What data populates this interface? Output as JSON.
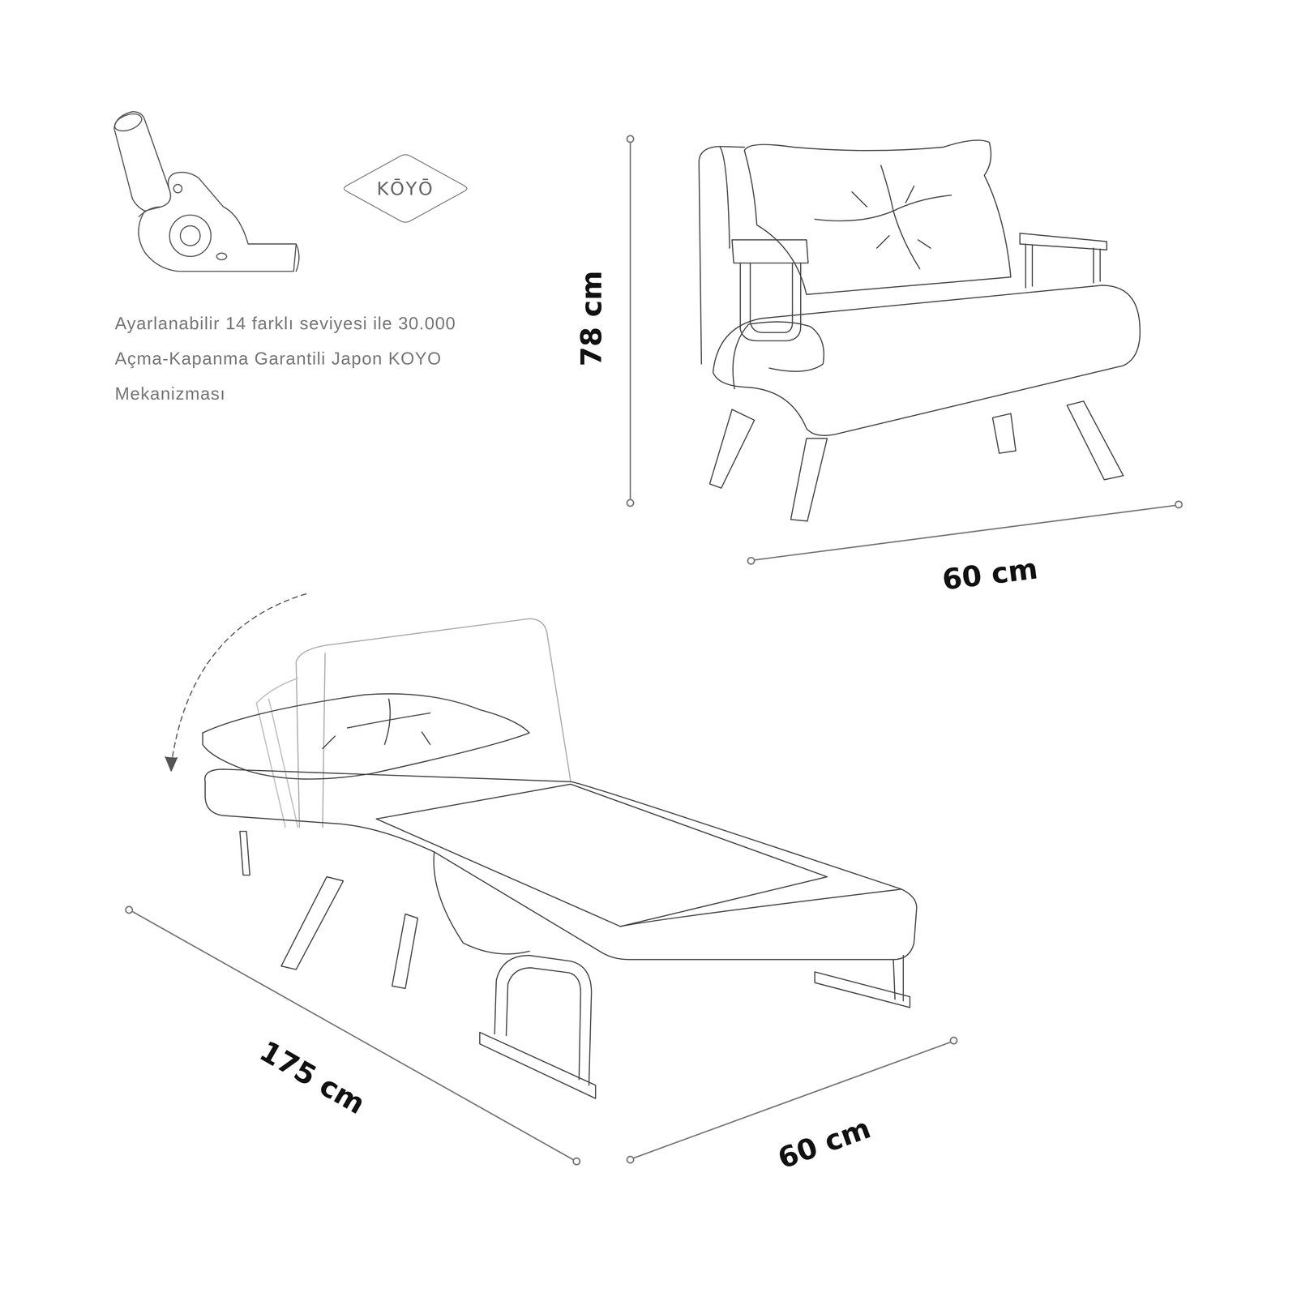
{
  "diagram": {
    "nodes": [
      {
        "text": [
          "KŌYŌ"
        ]
      }
    ],
    "labels": [
      "Ayarlanabilir 14 farklı seviyesi ile 30.000 Açma-Kapanma Garantili Japon KOYO Mekanizması",
      "78 cm",
      "60 cm",
      "175 cm",
      "60 cm"
    ]
  }
}
